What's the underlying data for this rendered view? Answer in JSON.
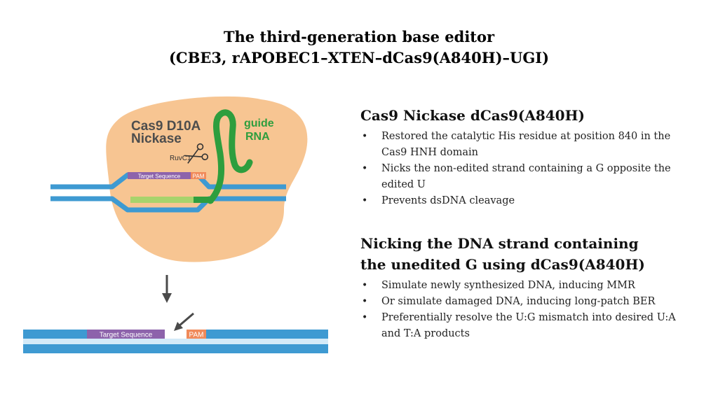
{
  "title": {
    "line1": "The third-generation base editor",
    "line2": "(CBE3, rAPOBEC1–XTEN–dCas9(A840H)–UGI)"
  },
  "diagram": {
    "cas9_label_line1": "Cas9 D10A",
    "cas9_label_line2": "Nickase",
    "guide_label_line1": "guide",
    "guide_label_line2": "RNA",
    "ruvc_label": "RuvC1",
    "target_sequence_label": "Target Sequence",
    "pam_label": "PAM",
    "colors": {
      "protein": "#f7c592",
      "dna": "#3e9ad2",
      "guide_rna": "#2e9e3e",
      "hybrid": "#a8d36c",
      "target": "#8d63ab",
      "pam": "#f08a5a",
      "label_dark": "#4d4d4d"
    }
  },
  "sections": [
    {
      "heading_line1": "Cas9 Nickase dCas9(A840H)",
      "heading_line2": "",
      "bullets": [
        "Restored the catalytic His residue at position 840 in the Cas9 HNH domain",
        "Nicks the non-edited strand containing a G opposite the edited U",
        "Prevents dsDNA cleavage"
      ]
    },
    {
      "heading_line1": "Nicking the DNA strand containing",
      "heading_line2": "the unedited G using dCas9(A840H)",
      "bullets": [
        "Simulate newly synthesized DNA, inducing MMR",
        "Or simulate damaged DNA, inducing long-patch BER",
        "Preferentially resolve the U:G mismatch into desired U:A and T:A products"
      ]
    }
  ]
}
